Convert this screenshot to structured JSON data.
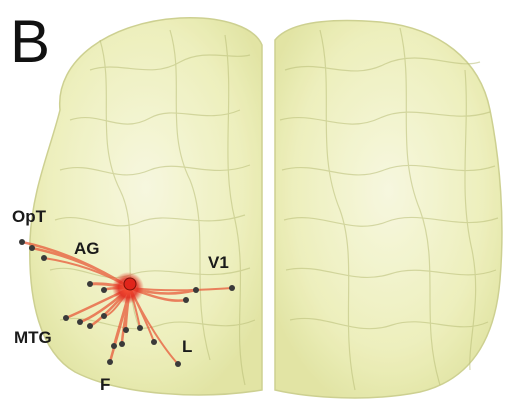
{
  "panel_label": "B",
  "region_labels": {
    "opt": "OpT",
    "ag": "AG",
    "v1": "V1",
    "mtg": "MTG",
    "l": "L",
    "f": "F"
  },
  "colors": {
    "brain_fill": "#eef0b8",
    "brain_edge": "#c8cc86",
    "gyri_line": "#b9be78",
    "hub": "#e0251b",
    "fiber": "#e85a3a",
    "endpoint": "#3a3a3a"
  }
}
